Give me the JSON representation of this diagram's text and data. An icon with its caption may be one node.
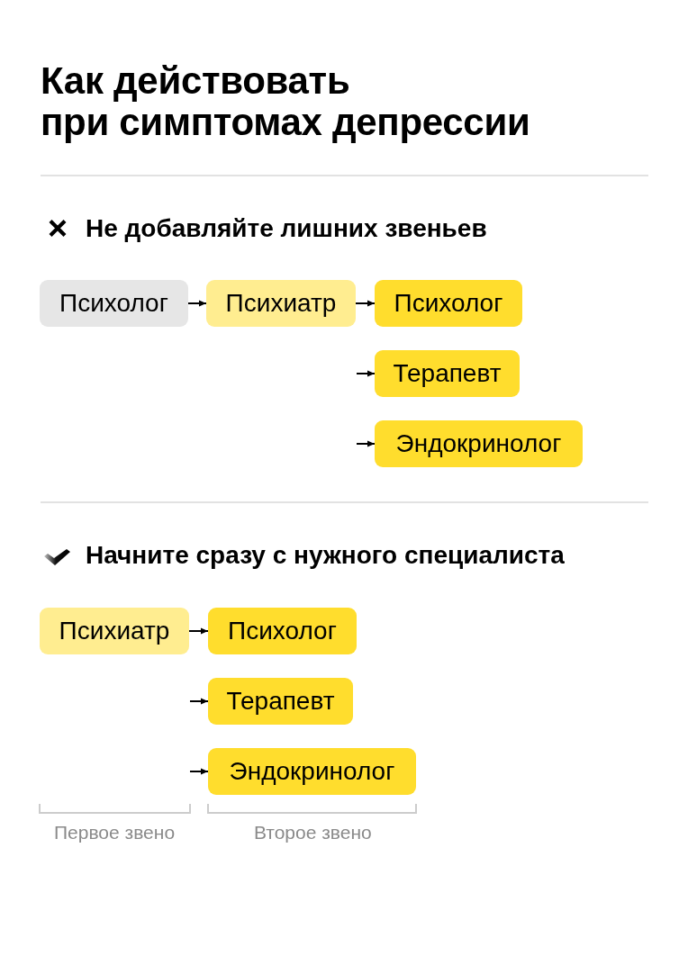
{
  "diagram": {
    "title": "Как действовать при симптомах депрессии",
    "nodes": [
      {
        "text": [
          "Психолог"
        ]
      },
      {
        "text": [
          "Психиатр"
        ]
      },
      {
        "text": [
          "Психолог"
        ]
      },
      {
        "text": [
          "Терапевт"
        ]
      },
      {
        "text": [
          "Эндокринолог"
        ]
      },
      {
        "text": [
          "Психиатр"
        ]
      },
      {
        "text": [
          "Психолог"
        ]
      },
      {
        "text": [
          "Терапевт"
        ]
      },
      {
        "text": [
          "Эндокринолог"
        ]
      }
    ],
    "edges": [
      {
        "from": 0,
        "to": 1,
        "arrow": "to"
      },
      {
        "from": 1,
        "to": 2,
        "arrow": "to"
      },
      {
        "from": null,
        "to": 3,
        "arrow": "to"
      },
      {
        "from": null,
        "to": 4,
        "arrow": "to"
      },
      {
        "from": 5,
        "to": 6,
        "arrow": "to"
      },
      {
        "from": null,
        "to": 7,
        "arrow": "to"
      },
      {
        "from": null,
        "to": 8,
        "arrow": "to"
      }
    ],
    "labels": [
      "Не добавляйте лишних звеньев",
      "Начните сразу с нужного специалиста",
      "Первое звено",
      "Второе звено"
    ]
  }
}
